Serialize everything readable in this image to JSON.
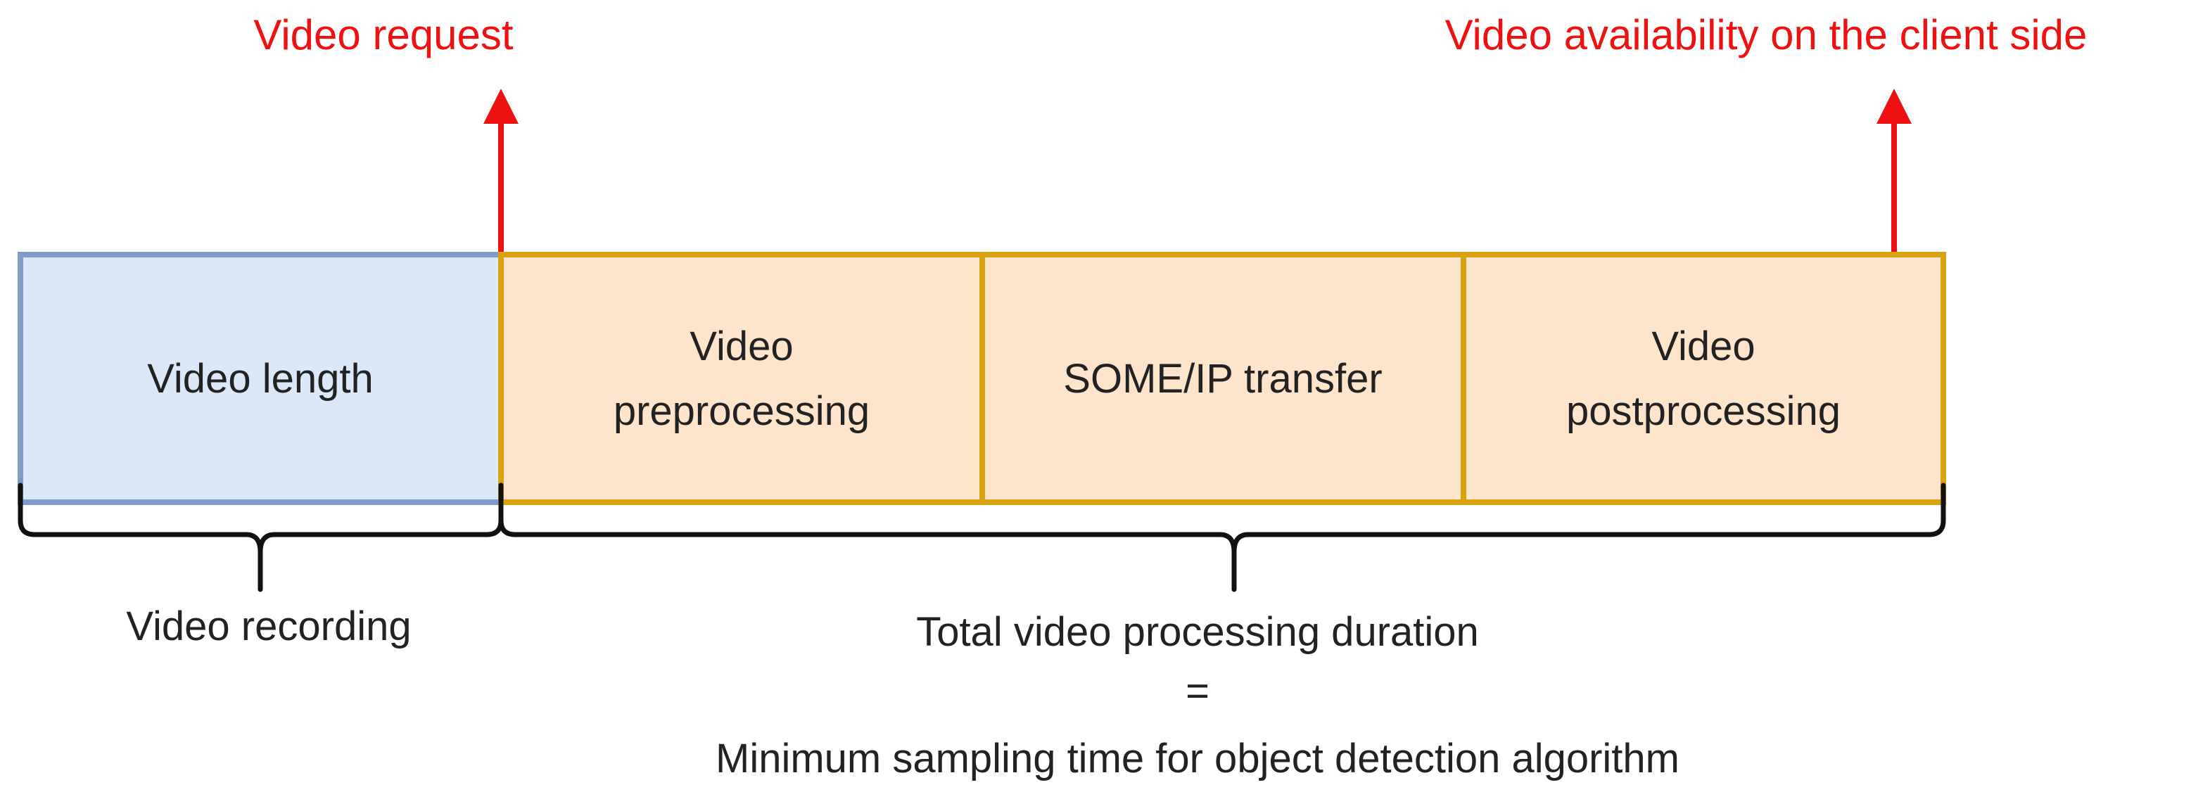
{
  "top_labels": {
    "video_request": "Video request",
    "video_availability": "Video availability on the client side"
  },
  "boxes": {
    "video_length": "Video length",
    "preprocessing_line1": "Video",
    "preprocessing_line2": "preprocessing",
    "someip_transfer": "SOME/IP transfer",
    "postprocessing_line1": "Video",
    "postprocessing_line2": "postprocessing"
  },
  "bottom_labels": {
    "video_recording": "Video recording",
    "total_duration": "Total video processing duration",
    "equals": "=",
    "min_sampling": "Minimum sampling time for object detection algorithm"
  },
  "colors": {
    "recording_fill": "#dae8fa",
    "recording_stroke": "#7f9cc8",
    "processing_fill": "#fde4cb",
    "processing_stroke": "#d9a20f",
    "arrow": "#ee1111",
    "text": "#222222"
  }
}
